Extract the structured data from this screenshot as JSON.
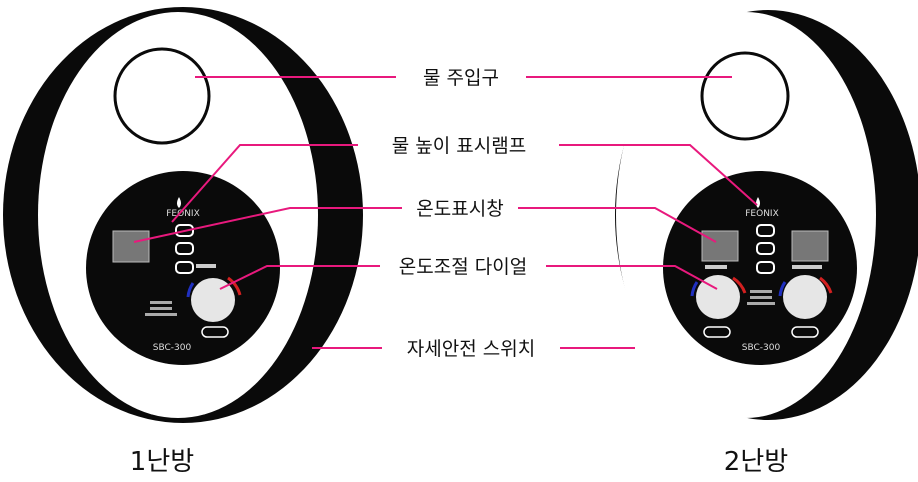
{
  "labels": {
    "water_inlet": "물 주입구",
    "water_level_lamp": "물 높이 표시램프",
    "temp_display": "온도표시창",
    "temp_dial": "온도조절 다이얼",
    "tilt_switch": "자세안전 스위치"
  },
  "units": [
    {
      "name": "1난방",
      "brand": "FEONIX",
      "model": "SBC-300"
    },
    {
      "name": "2난방",
      "brand": "FEONIX",
      "model": "SBC-300"
    }
  ],
  "colors": {
    "leader_line": "#e8197d",
    "body": "#0a0a0a",
    "dial_hot": "#d32020",
    "dial_cold": "#2030c0"
  },
  "icons": [
    "drop-icon",
    "heater-icon"
  ]
}
